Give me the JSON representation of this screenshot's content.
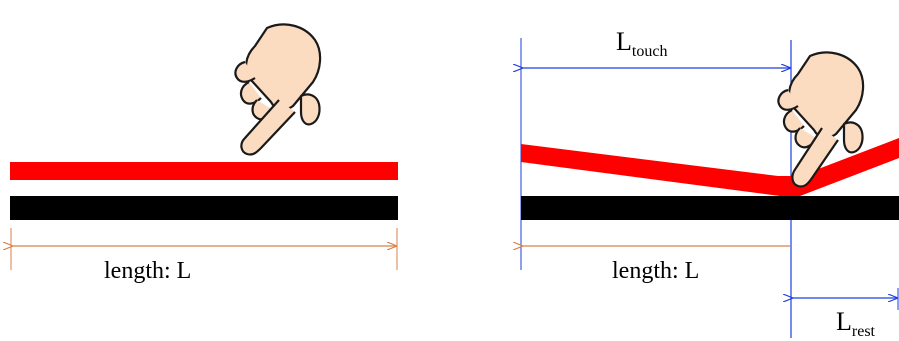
{
  "colors": {
    "top_layer": "#ff0000",
    "bottom_layer": "#000000",
    "length_dimension": "#d9824a",
    "touch_dimension": "#1f3fe0",
    "skin": "#fcdcc0",
    "outline": "#1a1a1a"
  },
  "left_panel": {
    "length_label": "length: L"
  },
  "right_panel": {
    "length_label": "length: L",
    "touch_label": {
      "base": "L",
      "sub": "touch"
    },
    "rest_label": {
      "base": "L",
      "sub": "rest"
    }
  },
  "icons": [
    "pointing-hand-icon",
    "pointing-hand-icon"
  ]
}
